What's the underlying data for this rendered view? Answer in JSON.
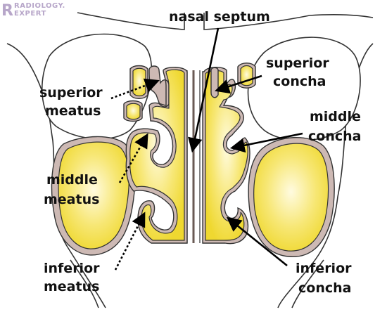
{
  "logo": {
    "mark": "R",
    "line1": "RADIOLOGY.",
    "line2": "EXPERT",
    "color": "#b7a6c9"
  },
  "labels": {
    "nasal_septum": "nasal septum",
    "superior_concha_1": "superior",
    "superior_concha_2": "concha",
    "middle_concha_1": "middle",
    "middle_concha_2": "concha",
    "inferior_concha_1": "inferior",
    "inferior_concha_2": "concha",
    "superior_meatus_1": "superior",
    "superior_meatus_2": "meatus",
    "middle_meatus_1": "middle",
    "middle_meatus_2": "meatus",
    "inferior_meatus_1": "inferior",
    "inferior_meatus_2": "meatus"
  },
  "colors": {
    "sinus_yellow": "#f2df3a",
    "sinus_highlight": "#fffbe0",
    "mucosa": "#cdb9b4",
    "outline": "#333333"
  }
}
